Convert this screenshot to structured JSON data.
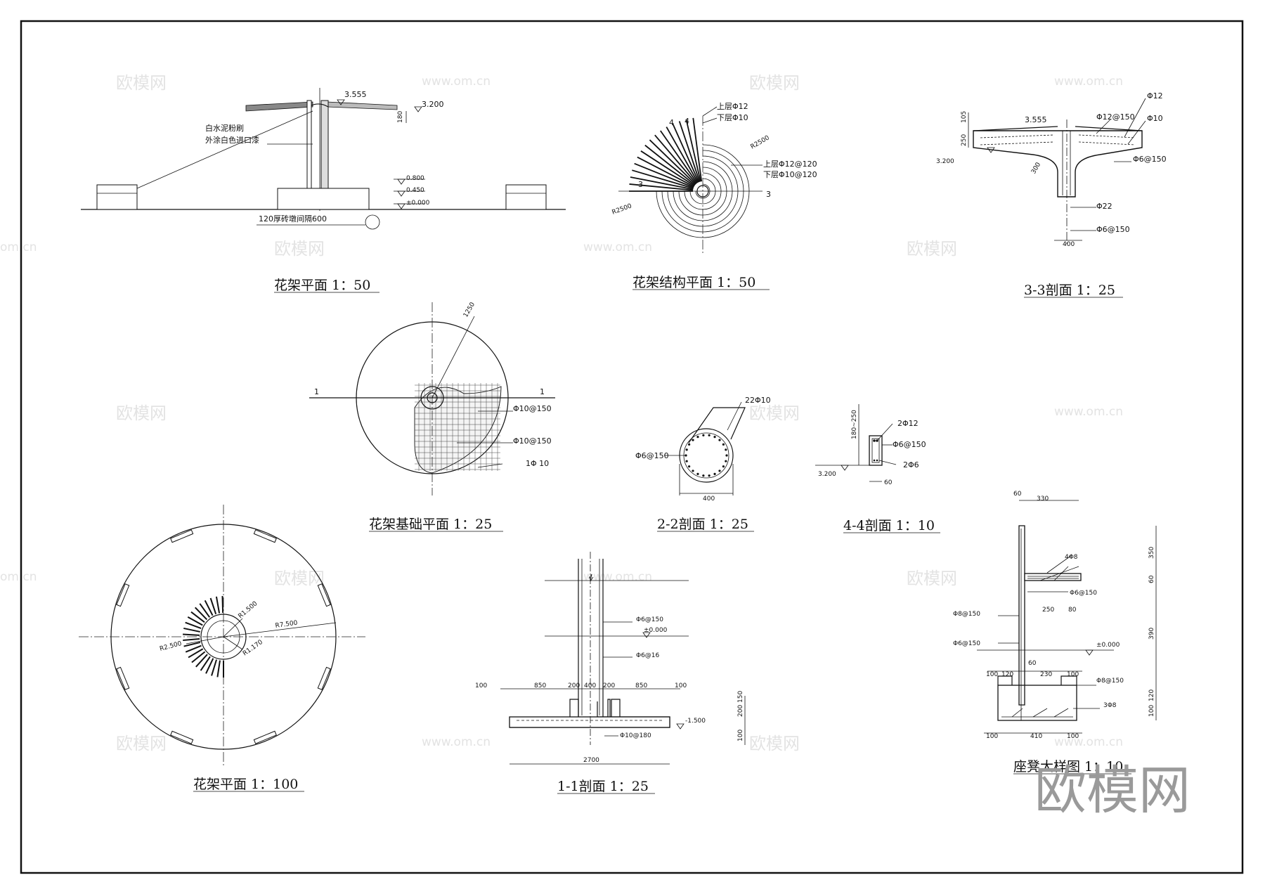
{
  "watermarks": {
    "cn": "欧模网",
    "url": "www.om.cn",
    "url_cut": "om.cn",
    "logo": "欧模网"
  },
  "views": {
    "elevation": {
      "title": "花架平面 1：50",
      "level_top": "3.555",
      "level_beam": "3.200",
      "dim_180": "180",
      "note_line1": "白水泥粉刷",
      "note_line2": "外涂白色进口漆",
      "level_0800": "0.800",
      "level_0450": "0.450",
      "level_0": "±0.000",
      "note_bottom": "120厚砖墩间隔600"
    },
    "structure_plan": {
      "title": "花架结构平面 1：50",
      "label_upper1": "上层Φ12",
      "label_lower1": "下层Φ10",
      "label_upper2": "上层Φ12@120",
      "label_lower2": "下层Φ10@120",
      "cut3_left": "3",
      "cut3_right": "3",
      "cut4a": "4",
      "cut4b": "4",
      "dim_a": "R2500",
      "dim_b": "R2500"
    },
    "section33": {
      "title": "3-3剖面 1：25",
      "level": "3.555",
      "level_left": "3.200",
      "d105": "105",
      "d250": "250",
      "d300": "300",
      "d400": "400",
      "r1": "Φ12@150",
      "r2": "Φ12",
      "r3": "Φ10",
      "r4": "Φ6@150",
      "r5": "Φ22",
      "r6": "Φ6@150"
    },
    "foundation_plan": {
      "title": "花架基础平面 1：25",
      "cut1_left": "1",
      "cut1_right": "1",
      "r1": "Φ10@150",
      "r2": "Φ10@150",
      "r3": "1Φ 10",
      "dim": "1250"
    },
    "section22": {
      "title": "2-2剖面 1：25",
      "r1": "22Φ10",
      "r2": "Φ6@150",
      "dim": "400"
    },
    "section44": {
      "title": "4-4剖面 1：10",
      "dim_h": "180~250",
      "r1": "2Φ12",
      "r2": "Φ6@150",
      "r3": "2Φ6",
      "level": "3.200",
      "dim_w": "60"
    },
    "plan100": {
      "title": "花架平面 1：100",
      "r_outer": "R7.500",
      "r_inner": "R2.500",
      "r_mid": "R1.500",
      "r_small": "R1.170"
    },
    "section11": {
      "title": "1-1剖面 1：25",
      "r1": "Φ6@150",
      "level_0": "±0.000",
      "r2": "Φ6@16",
      "r3": "Φ10@180",
      "level_m": "-1.500",
      "d100a": "100",
      "d850a": "850",
      "d200a": "200",
      "d400": "400",
      "d200b": "200",
      "d850b": "850",
      "d100b": "100",
      "total": "2700",
      "v100": "100",
      "v200": "200",
      "v150": "150"
    },
    "bench": {
      "title": "座凳大样图 1：10",
      "d60": "60",
      "d330": "330",
      "r1": "4Φ8",
      "r2": "Φ6@150",
      "d250": "250",
      "d80": "80",
      "r3": "Φ8@150",
      "r4": "Φ6@150",
      "level": "±0.000",
      "d60b": "60",
      "d100a": "100",
      "d120": "120",
      "d230": "230",
      "d100b": "100",
      "r5": "Φ8@150",
      "r6": "3Φ8",
      "d100c": "100",
      "d410": "410",
      "d100d": "100",
      "v350": "350",
      "v60": "60",
      "v390": "390",
      "v100": "100",
      "v120": "120"
    }
  }
}
